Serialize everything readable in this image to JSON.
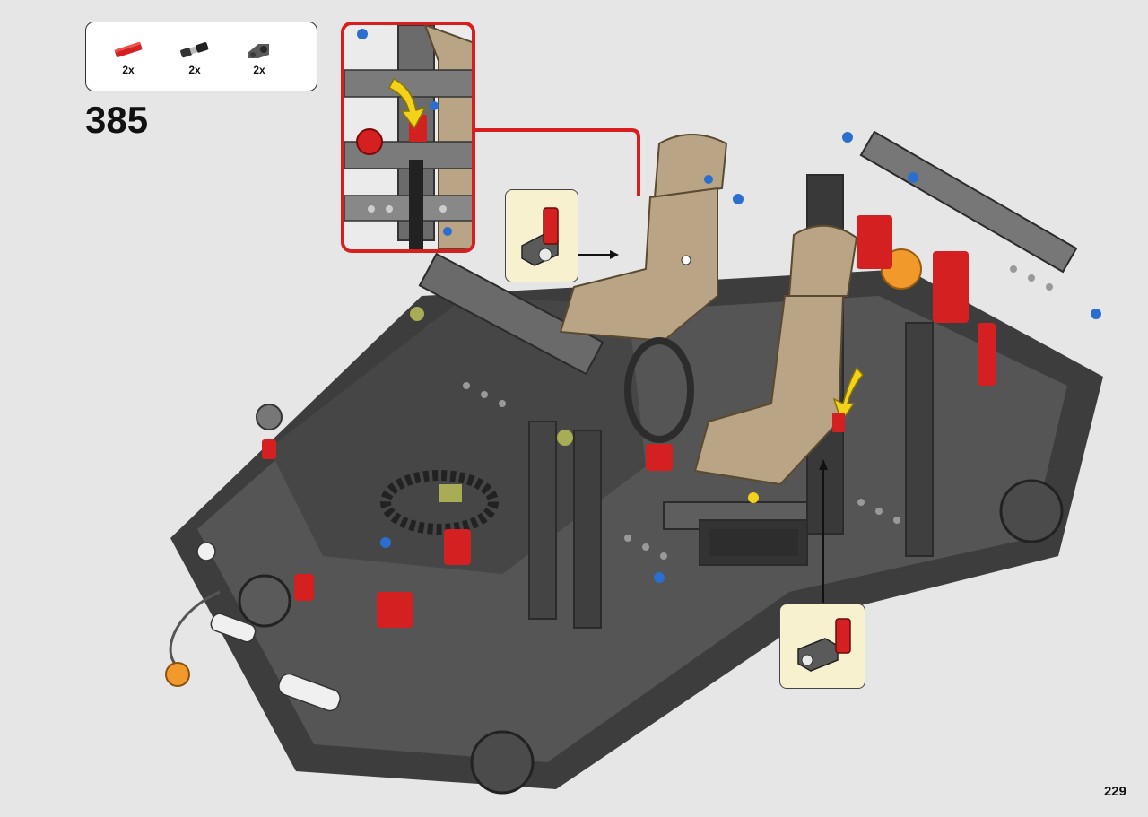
{
  "parts": [
    {
      "name": "red-axle-pin",
      "qty": "2x",
      "color": "#d42020"
    },
    {
      "name": "black-axle-connector",
      "qty": "2x",
      "color": "#333333"
    },
    {
      "name": "dark-gray-bush-connector",
      "qty": "2x",
      "color": "#5a5a5a"
    }
  ],
  "step_number": "385",
  "page_number": "229",
  "colors": {
    "background": "#e6e6e6",
    "callout_border": "#d81e1e",
    "subassembly_box": "#f8f1cf",
    "tan": "#b9a486",
    "dark_gray": "#4a4a4a",
    "red": "#d42020",
    "blue": "#2a6fd0",
    "yellow": "#f2d21b"
  }
}
